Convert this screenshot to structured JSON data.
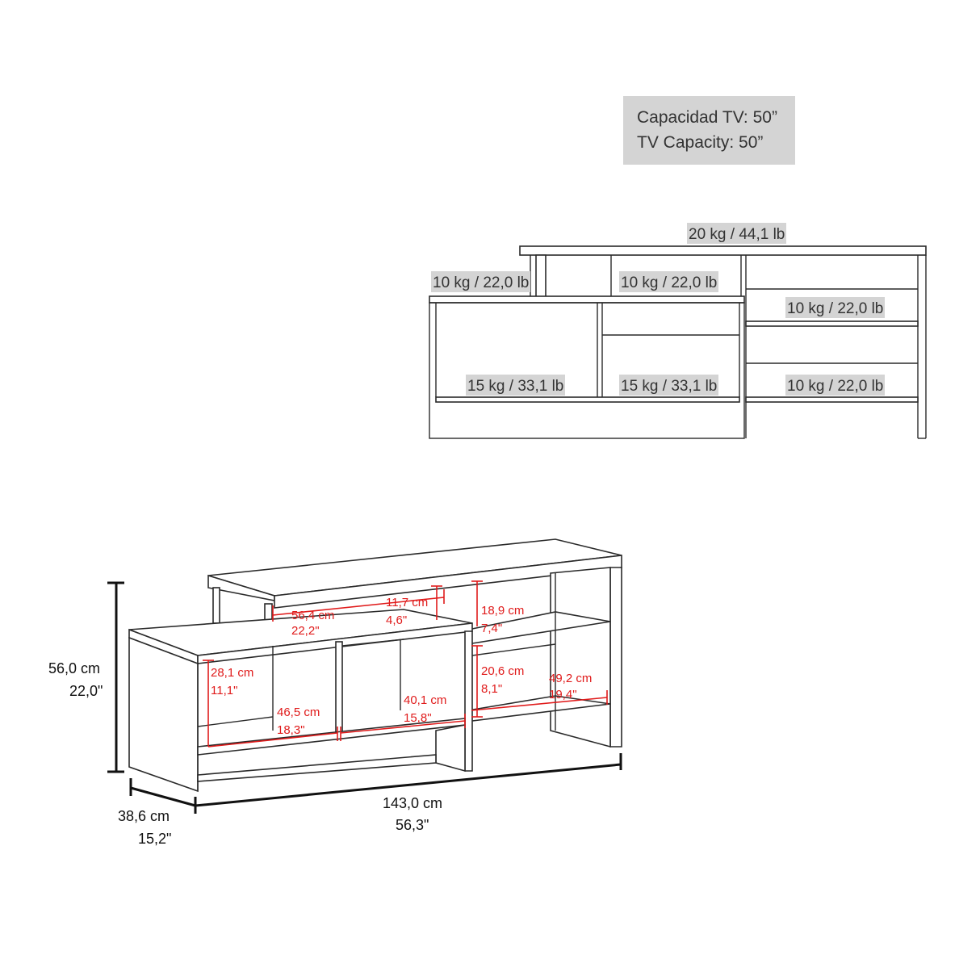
{
  "capacity_box": {
    "line_es": "Capacidad TV: 50”",
    "line_en": "TV Capacity: 50”"
  },
  "load_labels": {
    "top": "20 kg / 44,1 lb",
    "left_upper": "10 kg / 22,0 lb",
    "middle_upper": "10 kg / 22,0 lb",
    "right_upper": "10 kg / 22,0 lb",
    "left_lower": "15 kg / 33,1 lb",
    "middle_lower": "15 kg / 33,1 lb",
    "right_lower": "10 kg / 22,0 lb"
  },
  "overall_dimensions": {
    "height_cm": "56,0 cm",
    "height_in": "22,0\"",
    "width_cm": "143,0 cm",
    "width_in": "56,3\"",
    "depth_cm": "38,6 cm",
    "depth_in": "15,2\""
  },
  "inner_dimensions": {
    "top_shelf_width_cm": "56,4 cm",
    "top_shelf_width_in": "22,2\"",
    "top_shelf_height_cm": "11,7 cm",
    "top_shelf_height_in": "4,6\"",
    "right_upper_height_cm": "18,9 cm",
    "right_upper_height_in": "7,4\"",
    "left_height_cm": "28,1 cm",
    "left_height_in": "11,1\"",
    "left_width_cm": "46,5 cm",
    "left_width_in": "18,3\"",
    "middle_width_cm": "40,1 cm",
    "middle_width_in": "15,8\"",
    "right_lower_height_cm": "20,6 cm",
    "right_lower_height_in": "8,1\"",
    "right_width_cm": "49,2 cm",
    "right_width_in": "19,4\""
  }
}
